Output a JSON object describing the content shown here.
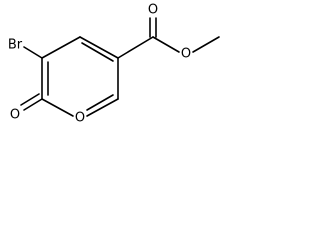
{
  "structure": {
    "atoms": {
      "bromine": "Br",
      "ring_oxygen": "O",
      "carbonyl_oxygen_lactone": "O",
      "carbonyl_oxygen_ester": "O",
      "ester_oxygen": "O"
    }
  }
}
